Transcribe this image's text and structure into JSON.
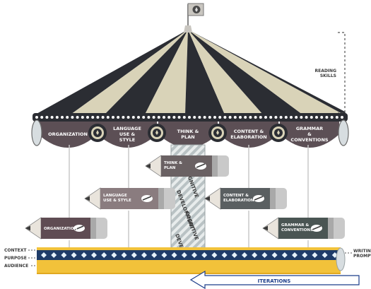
{
  "colors": {
    "canopy_dark": "#2b2d33",
    "canopy_light": "#d9d3b8",
    "valance_brown": "#5c4f55",
    "pencil_org": "#5f4c53",
    "pencil_lang": "#8a7c7f",
    "pencil_think": "#6a6163",
    "pencil_content": "#5a5f61",
    "pencil_grammar": "#4a5553",
    "platform_yellow": "#f2c23a",
    "platform_blue": "#1f3c69",
    "arrow_blue": "#1c3d8a"
  },
  "flag": {
    "icon": "pen-nib-icon"
  },
  "reading_skills": "READING\nSKILLS",
  "scallops": [
    {
      "label": "ORGANIZATION"
    },
    {
      "label": "LANGUAGE\nUSE &\nSTYLE"
    },
    {
      "label": "THINK &\nPLAN"
    },
    {
      "label": "CONTENT &\nELABORATION"
    },
    {
      "label": "GRAMMAR\n&\nCONVENTIONS"
    }
  ],
  "pencils": [
    {
      "label": "THINK &\nPLAN"
    },
    {
      "label": "LANGUAGE\nUSE & STYLE"
    },
    {
      "label": "CONTENT &\nELABORATION"
    },
    {
      "label": "ORGANIZATION"
    },
    {
      "label": "GRAMMAR &\nCONVENTIONS"
    }
  ],
  "pole": {
    "label_1": "COGNITIVE",
    "label_2": "DEVELOPMENT"
  },
  "left_labels": [
    "CONTEXT",
    "PURPOSE",
    "AUDIENCE"
  ],
  "writing_prompt": "WRITING\nPROMPT",
  "iterations": "ITERATIONS"
}
